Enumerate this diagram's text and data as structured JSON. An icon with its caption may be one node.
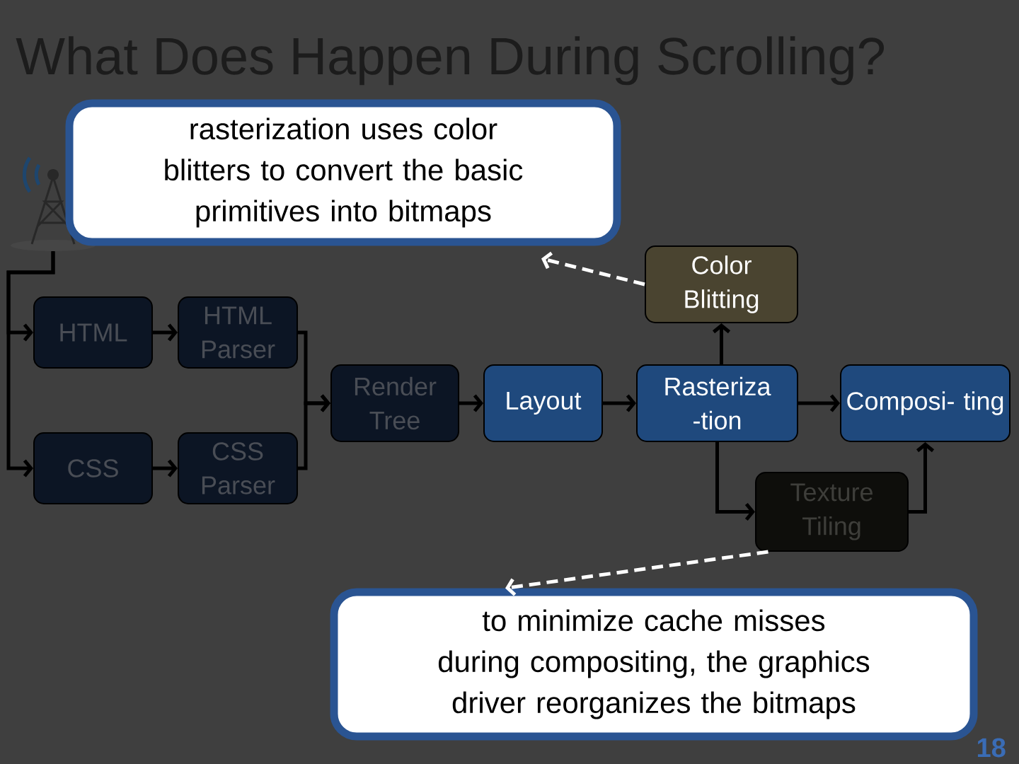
{
  "diagram": {
    "title": "What Does Happen During Scrolling?",
    "nodes": [
      {
        "text": [],
        "shape": "picture"
      },
      {
        "text": [
          "rasterization uses color blitters to convert the basic primitives into bitmaps"
        ]
      },
      {
        "text": [
          "HTML"
        ]
      },
      {
        "text": [
          "HTML Parser"
        ]
      },
      {
        "text": [
          "CSS"
        ]
      },
      {
        "text": [
          "CSS Parser"
        ]
      },
      {
        "text": [
          "Render Tree"
        ]
      },
      {
        "text": [
          "Layout"
        ]
      },
      {
        "text": [
          "Color Blitting"
        ]
      },
      {
        "text": [
          "Rasteriza -tion"
        ]
      },
      {
        "text": [
          "Composi- ting"
        ]
      },
      {
        "text": [
          "Texture Tiling"
        ]
      },
      {
        "text": [
          "to minimize cache misses during compositing, the graphics driver reorganizes the bitmaps"
        ]
      }
    ],
    "edges": [
      {
        "from": 0,
        "to": 2,
        "arrow": "to"
      },
      {
        "from": 0,
        "to": 4,
        "arrow": "to"
      },
      {
        "from": 2,
        "to": 3,
        "arrow": "to"
      },
      {
        "from": 4,
        "to": 5,
        "arrow": "to"
      },
      {
        "from": 3,
        "to": 6,
        "arrow": "to"
      },
      {
        "from": 5,
        "to": 6,
        "arrow": "to"
      },
      {
        "from": 6,
        "to": 7,
        "arrow": "to"
      },
      {
        "from": 7,
        "to": 9,
        "arrow": "to"
      },
      {
        "from": 9,
        "to": 8,
        "arrow": "to"
      },
      {
        "from": 9,
        "to": 10,
        "arrow": "to"
      },
      {
        "from": 9,
        "to": 11,
        "arrow": "to"
      },
      {
        "from": 11,
        "to": 10,
        "arrow": "to"
      },
      {
        "from": 8,
        "to": 1,
        "arrow": "to",
        "style": "dashed",
        "color": "#ffffff"
      },
      {
        "from": 11,
        "to": 12,
        "arrow": "to",
        "style": "dashed",
        "color": "#ffffff"
      }
    ],
    "labels": [
      "18"
    ]
  }
}
